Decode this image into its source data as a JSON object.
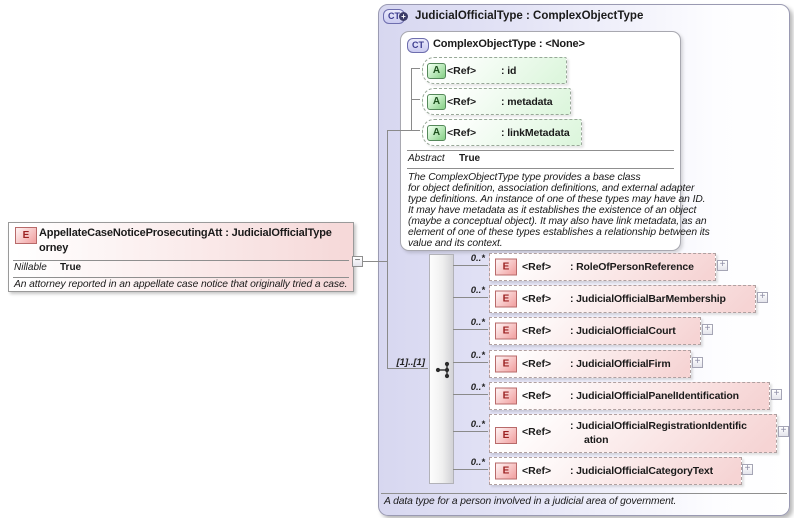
{
  "left_element": {
    "icon": "E",
    "title_line1": "AppellateCaseNoticeProsecutingAtt : JudicialOfficialType",
    "title_line2": "orney",
    "nillable_label": "Nillable",
    "nillable_value": "True",
    "description": "An attorney reported in an appellate case notice that originally tried a case."
  },
  "collapse_symbol": "−",
  "type_panel": {
    "icon": "CT",
    "plus_badge": "+",
    "title": "JudicialOfficialType : ComplexObjectType",
    "footer": "A data type for a person involved in a judicial area of government.",
    "base_type": {
      "icon": "CT",
      "title": "ComplexObjectType : <None>",
      "attributes": [
        {
          "icon": "A",
          "ref": "<Ref>",
          "name": ": id"
        },
        {
          "icon": "A",
          "ref": "<Ref>",
          "name": ": metadata"
        },
        {
          "icon": "A",
          "ref": "<Ref>",
          "name": ": linkMetadata"
        }
      ],
      "abstract_label": "Abstract",
      "abstract_value": "True",
      "description_lines": [
        "The ComplexObjectType type provides a base class",
        "for object definition, association definitions, and external adapter",
        "type definitions. An instance of one of these types may have an ID.",
        "It may have metadata as it establishes the existence of an object",
        "(maybe a conceptual object). It may also have link metadata, as an",
        "element of one of these types establishes a relationship between its",
        "value and its context."
      ]
    },
    "sequence": {
      "cardinality": "[1]..[1]",
      "expand_symbol": "+",
      "elements": [
        {
          "icon": "E",
          "occurrence": "0..*",
          "ref": "<Ref>",
          "name": ": RoleOfPersonReference"
        },
        {
          "icon": "E",
          "occurrence": "0..*",
          "ref": "<Ref>",
          "name": ": JudicialOfficialBarMembership"
        },
        {
          "icon": "E",
          "occurrence": "0..*",
          "ref": "<Ref>",
          "name": ": JudicialOfficialCourt"
        },
        {
          "icon": "E",
          "occurrence": "0..*",
          "ref": "<Ref>",
          "name": ": JudicialOfficialFirm"
        },
        {
          "icon": "E",
          "occurrence": "0..*",
          "ref": "<Ref>",
          "name": ": JudicialOfficialPanelIdentification"
        },
        {
          "icon": "E",
          "occurrence": "0..*",
          "ref": "<Ref>",
          "name": ": JudicialOfficialRegistrationIdentific",
          "name_line2": "ation"
        },
        {
          "icon": "E",
          "occurrence": "0..*",
          "ref": "<Ref>",
          "name": ": JudicialOfficialCategoryText"
        }
      ]
    }
  }
}
